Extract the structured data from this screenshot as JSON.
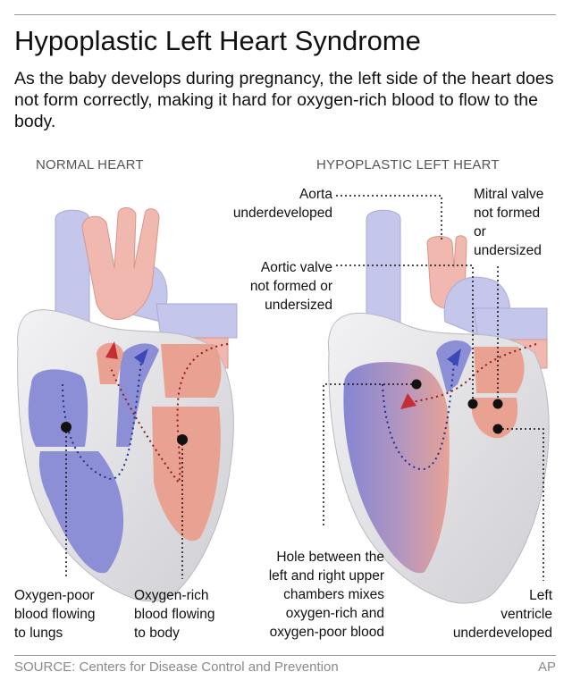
{
  "header": {
    "title": "Hypoplastic Left Heart Syndrome",
    "subtitle": "As the baby develops during pregnancy, the left side of the heart does not form correctly, making it hard for oxygen-rich blood to flow to the body."
  },
  "panels": {
    "normal_label": "NORMAL HEART",
    "hlhs_label": "HYPOPLASTIC  LEFT HEART"
  },
  "callouts": {
    "oxygen_poor": "Oxygen-poor\nblood flowing\nto lungs",
    "oxygen_rich": "Oxygen-rich\nblood flowing\nto body",
    "aorta": "Aorta\nunderdeveloped",
    "aortic_valve": "Aortic valve\nnot formed or\nundersized",
    "mitral_valve": "Mitral valve\nnot formed\nor\nundersized",
    "hole": "Hole between the\nleft and right upper\nchambers mixes\noxygen-rich and\noxygen-poor blood",
    "left_ventricle": "Left\nventricle\nunderdeveloped"
  },
  "footer": {
    "source": "SOURCE: Centers for Disease Control and Prevention",
    "credit": "AP"
  },
  "colors": {
    "oxygen_poor_blue": "#8d8fd6",
    "oxygen_rich_red": "#e9a191",
    "heart_wall": "#e6e6e8",
    "vein_lavender": "#c4c6ec",
    "aorta_pink": "#f0b8ae",
    "arrow_blue": "#3a48b8",
    "arrow_red": "#c42f36"
  }
}
